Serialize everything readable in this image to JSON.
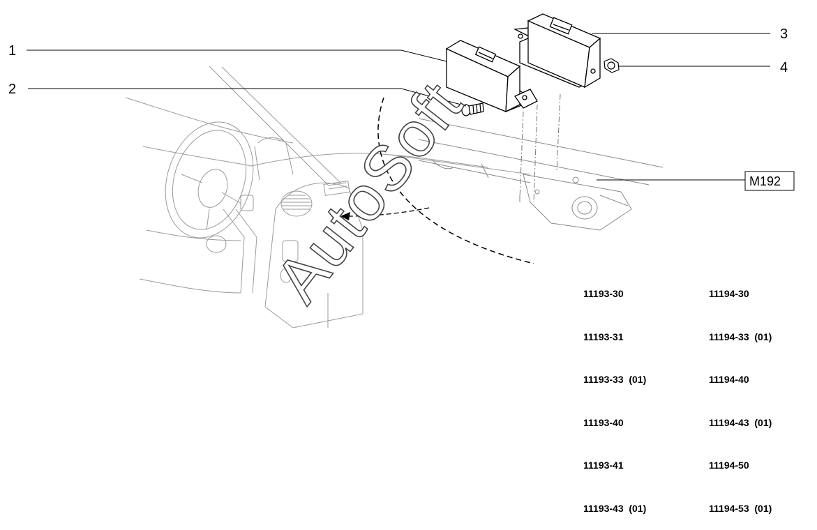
{
  "callouts": {
    "c1": "1",
    "c2": "2",
    "c3": "3",
    "c4": "4"
  },
  "reference_box": "M192",
  "watermark": "AutoSoft",
  "part_codes": {
    "left": [
      "11193-30",
      "11193-31",
      "11193-33  (01)",
      "11193-40",
      "11193-41",
      "11193-43  (01)"
    ],
    "right": [
      "11194-30",
      "11194-33  (01)",
      "11194-40",
      "11194-43  (01)",
      "11194-50",
      "11194-53  (01)"
    ]
  },
  "colors": {
    "line": "#000000",
    "sketch": "#8a8a8a",
    "background": "#ffffff"
  }
}
